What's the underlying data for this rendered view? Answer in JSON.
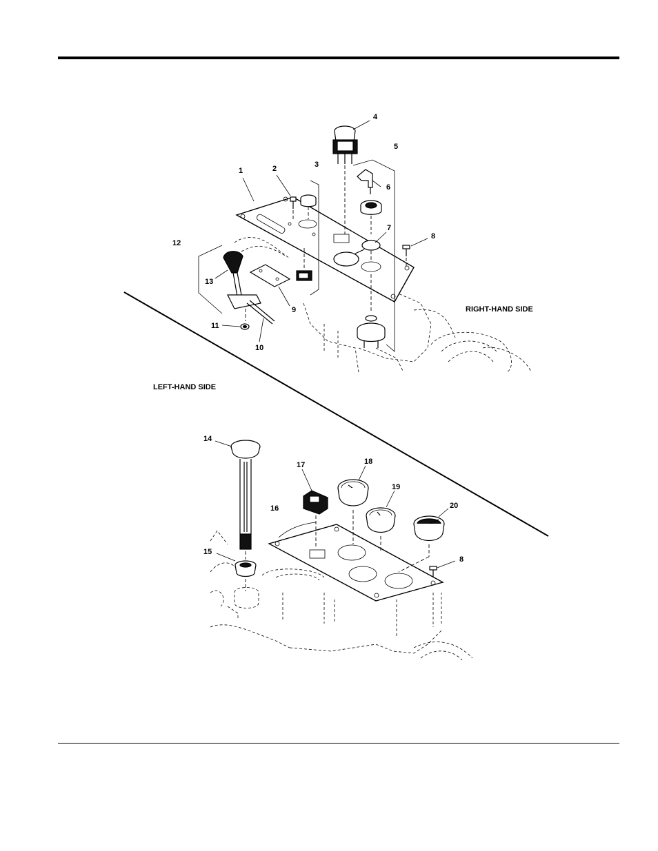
{
  "figure": {
    "side_labels": {
      "right": "RIGHT-HAND SIDE",
      "left": "LEFT-HAND SIDE"
    },
    "callouts": [
      {
        "id": "c1",
        "text": "1"
      },
      {
        "id": "c2",
        "text": "2"
      },
      {
        "id": "c3",
        "text": "3"
      },
      {
        "id": "c4",
        "text": "4"
      },
      {
        "id": "c5",
        "text": "5"
      },
      {
        "id": "c6",
        "text": "6"
      },
      {
        "id": "c7",
        "text": "7"
      },
      {
        "id": "c8a",
        "text": "8"
      },
      {
        "id": "c9",
        "text": "9"
      },
      {
        "id": "c10",
        "text": "10"
      },
      {
        "id": "c11",
        "text": "11"
      },
      {
        "id": "c12",
        "text": "12"
      },
      {
        "id": "c13",
        "text": "13"
      },
      {
        "id": "c14",
        "text": "14"
      },
      {
        "id": "c15",
        "text": "15"
      },
      {
        "id": "c16",
        "text": "16"
      },
      {
        "id": "c17",
        "text": "17"
      },
      {
        "id": "c18",
        "text": "18"
      },
      {
        "id": "c19",
        "text": "19"
      },
      {
        "id": "c20",
        "text": "20"
      },
      {
        "id": "c8b",
        "text": "8"
      }
    ]
  }
}
